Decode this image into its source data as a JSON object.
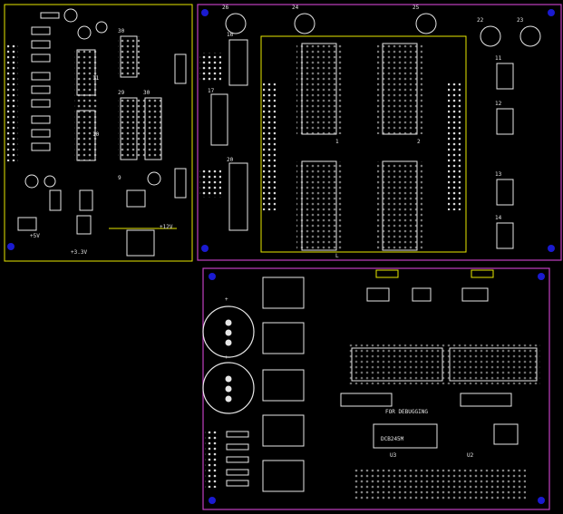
{
  "app": {
    "title": "PCB layout view"
  },
  "colors": {
    "background": "#000000",
    "outline_yellow": "#e8e800",
    "outline_magenta": "#c040c0",
    "mount_blue": "#1a1ad0",
    "silk": "#f0f0f0",
    "pad": "#d8d8d8"
  },
  "boards": [
    {
      "id": "left",
      "labels": [
        {
          "k": "L1",
          "text": "30"
        },
        {
          "k": "L2",
          "text": "29"
        },
        {
          "k": "L3",
          "text": "30"
        },
        {
          "k": "L4",
          "text": "11"
        },
        {
          "k": "L5",
          "text": "10"
        },
        {
          "k": "L6",
          "text": "9"
        },
        {
          "k": "L7",
          "text": "+5V"
        },
        {
          "k": "L8",
          "text": "+3.3V"
        },
        {
          "k": "L9",
          "text": "+12V"
        }
      ]
    },
    {
      "id": "center",
      "labels": [
        {
          "k": "C1",
          "text": "26"
        },
        {
          "k": "C2",
          "text": "24"
        },
        {
          "k": "C3",
          "text": "25"
        },
        {
          "k": "C4",
          "text": "22"
        },
        {
          "k": "C5",
          "text": "23"
        },
        {
          "k": "C6",
          "text": "11"
        },
        {
          "k": "C7",
          "text": "12"
        },
        {
          "k": "C8",
          "text": "13"
        },
        {
          "k": "C9",
          "text": "14"
        },
        {
          "k": "C10",
          "text": "1"
        },
        {
          "k": "C11",
          "text": "2"
        },
        {
          "k": "C12",
          "text": "L"
        },
        {
          "k": "C13",
          "text": "17"
        },
        {
          "k": "C14",
          "text": "16"
        },
        {
          "k": "C15",
          "text": "20"
        }
      ]
    },
    {
      "id": "bottom",
      "labels": [
        {
          "k": "B1",
          "text": "+"
        },
        {
          "k": "B2",
          "text": "+"
        },
        {
          "k": "B3",
          "text": "DCB245M"
        },
        {
          "k": "B4",
          "text": "U3"
        },
        {
          "k": "B5",
          "text": "U2"
        },
        {
          "k": "B6",
          "text": "FOR DEBUGGING"
        }
      ]
    }
  ]
}
